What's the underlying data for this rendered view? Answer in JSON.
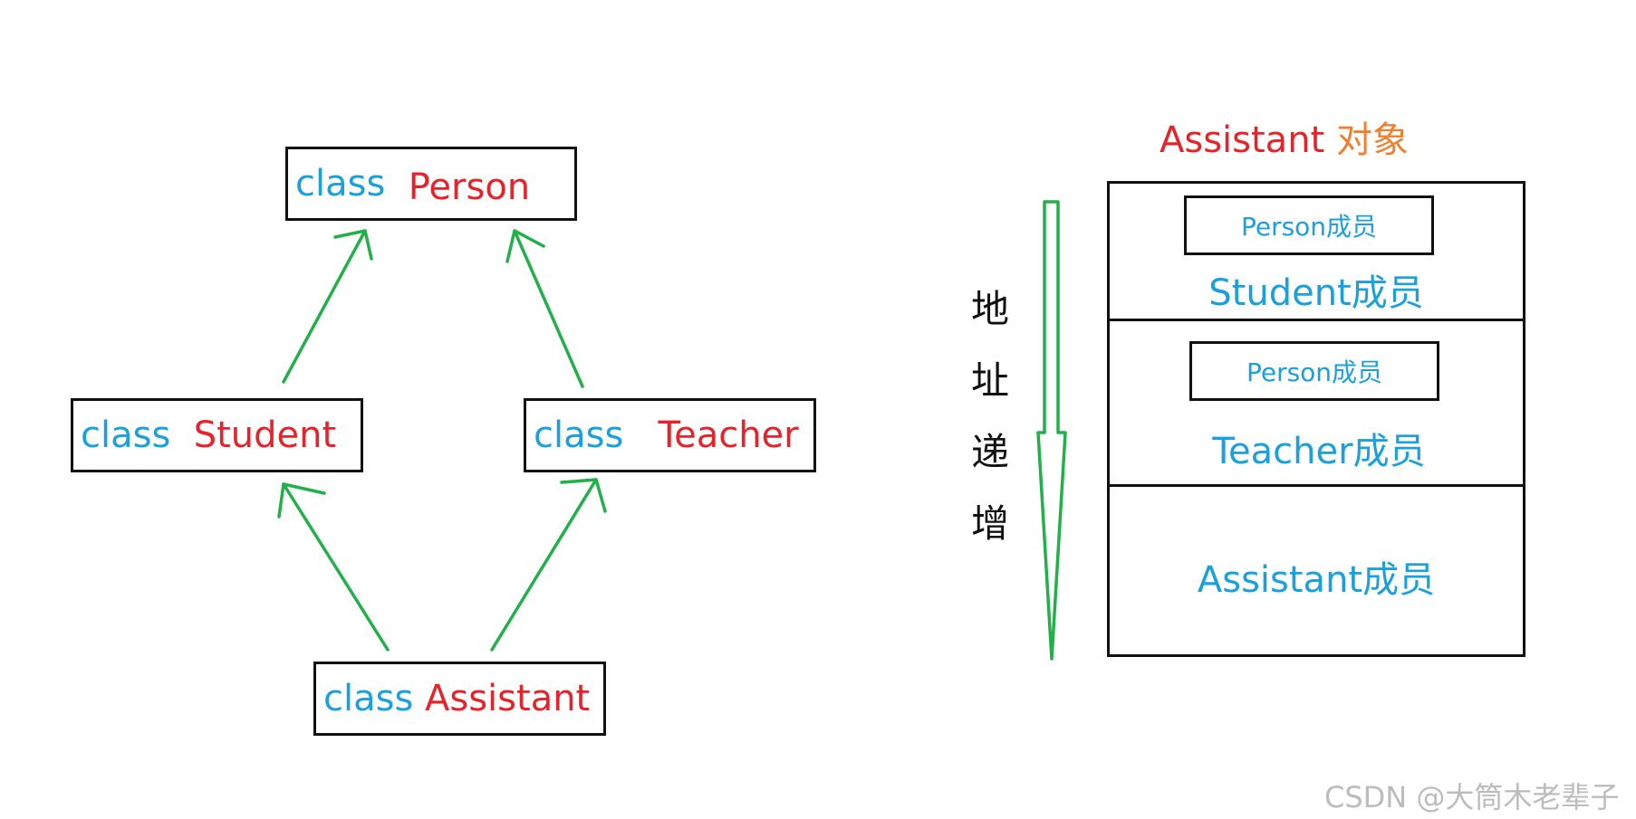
{
  "hierarchy": {
    "keyword": "class",
    "person": "Person",
    "student": "Student",
    "teacher": "Teacher",
    "assistant": "Assistant"
  },
  "object_layout": {
    "title_name": "Assistant",
    "title_suffix": "对象",
    "person_member": "Person成员",
    "student_member": "Student成员",
    "teacher_member": "Teacher成员",
    "assistant_member": "Assistant成员",
    "address_label": [
      "地",
      "址",
      "递",
      "增"
    ]
  },
  "watermark": "CSDN @大筒木老辈子",
  "colors": {
    "keyword": "#1aa0dd",
    "class_name": "#e8222b",
    "arrow": "#22b04a",
    "title_suffix": "#f08030"
  }
}
